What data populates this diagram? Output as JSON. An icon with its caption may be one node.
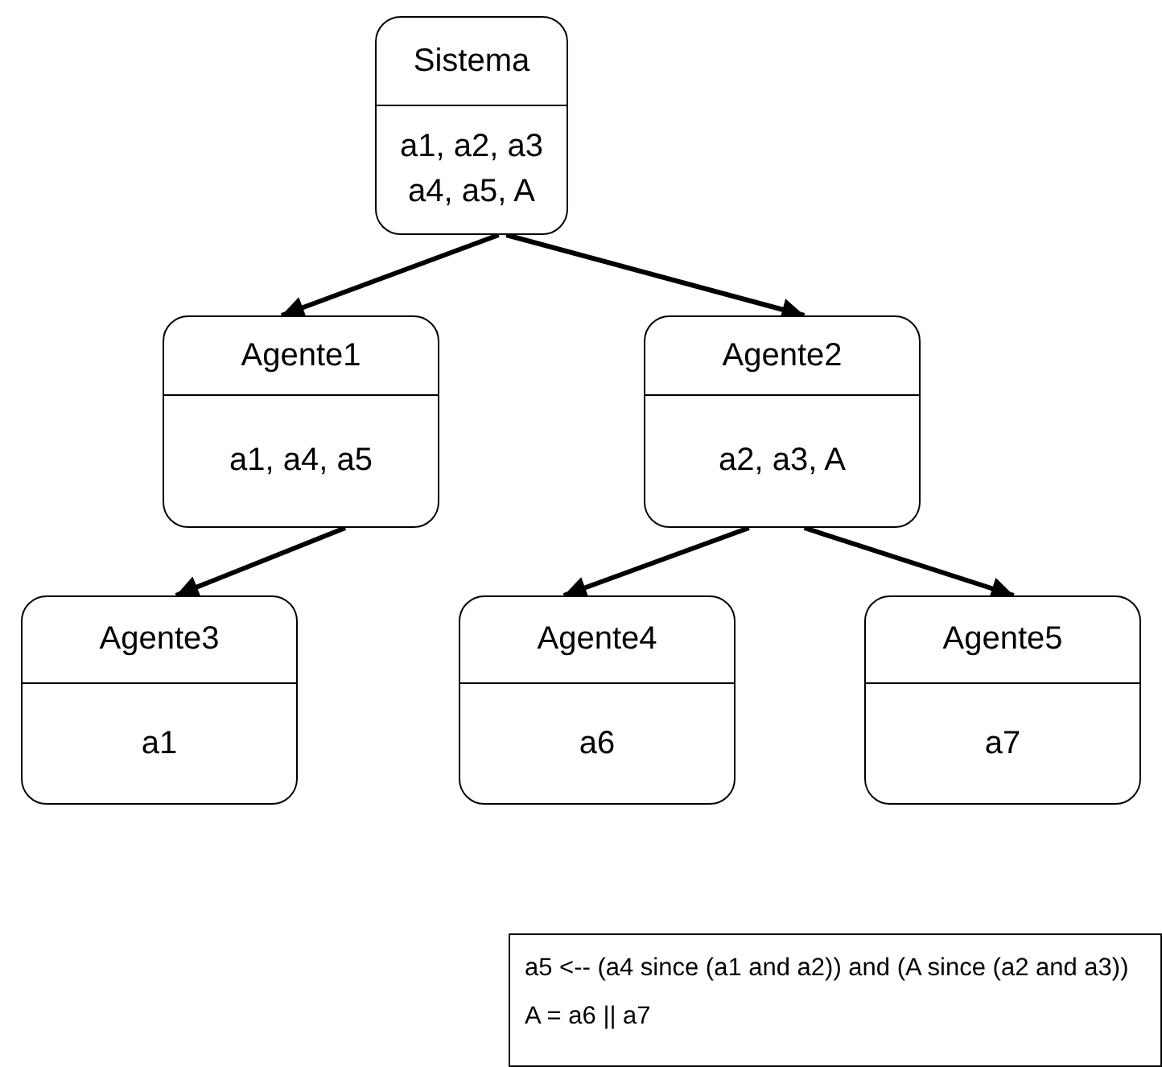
{
  "diagram": {
    "nodes": [
      {
        "text": [
          "Sistema",
          "a1, a2, a3 a4, a5, A"
        ]
      },
      {
        "text": [
          "Agente1",
          "a1, a4, a5"
        ]
      },
      {
        "text": [
          "Agente2",
          "a2, a3, A"
        ]
      },
      {
        "text": [
          "Agente3",
          "a1"
        ]
      },
      {
        "text": [
          "Agente4",
          "a6"
        ]
      },
      {
        "text": [
          "Agente5",
          "a7"
        ]
      },
      {
        "text": [
          "a5 <-- (a4 since (a1 and a2)) and (A since (a2 and a3))",
          "A = a6 || a7"
        ]
      }
    ],
    "edges": [
      {
        "from": 0,
        "to": 1,
        "arrow": "to"
      },
      {
        "from": 0,
        "to": 2,
        "arrow": "to"
      },
      {
        "from": 1,
        "to": 3,
        "arrow": "to"
      },
      {
        "from": 2,
        "to": 4,
        "arrow": "to"
      },
      {
        "from": 2,
        "to": 5,
        "arrow": "to"
      }
    ]
  }
}
